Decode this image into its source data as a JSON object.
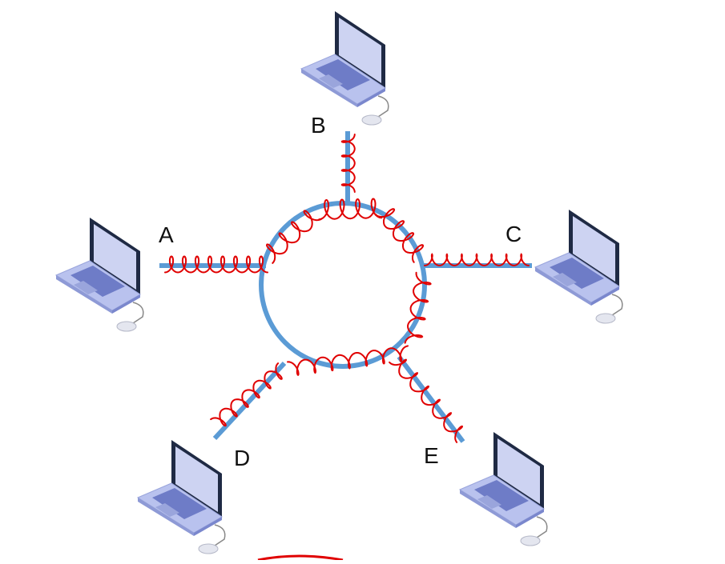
{
  "nodes": [
    {
      "id": "A",
      "label": "A"
    },
    {
      "id": "B",
      "label": "B"
    },
    {
      "id": "C",
      "label": "C"
    },
    {
      "id": "D",
      "label": "D"
    },
    {
      "id": "E",
      "label": "E"
    }
  ],
  "topology": {
    "ring_color": "#5b9bd5",
    "signal_color": "#e00000"
  },
  "device_colors": {
    "screen_frame": "#1f2a44",
    "screen": "#cdd3f2",
    "body": "#b9c2ee",
    "keys": "#6e7cc7",
    "mouse": "#e4e6ef"
  }
}
